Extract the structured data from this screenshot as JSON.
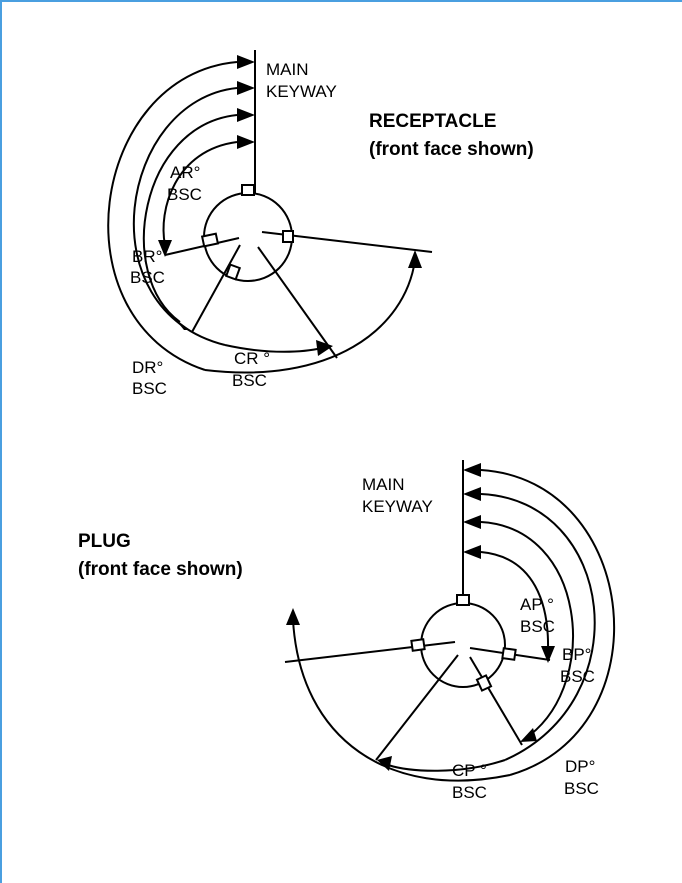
{
  "colors": {
    "frame": "#4a9fe0",
    "ink": "#000000",
    "background": "#ffffff"
  },
  "receptacle": {
    "title": "RECEPTACLE",
    "subtitle": "(front face shown)",
    "keyway_line1": "MAIN",
    "keyway_line2": "KEYWAY",
    "labels": {
      "ar": "AR°",
      "ar_bsc": "BSC",
      "br": "BR°",
      "br_bsc": "BSC",
      "cr": "CR °",
      "cr_bsc": "BSC",
      "dr": "DR°",
      "dr_bsc": "BSC"
    }
  },
  "plug": {
    "title": "PLUG",
    "subtitle": "(front face shown)",
    "keyway_line1": "MAIN",
    "keyway_line2": "KEYWAY",
    "labels": {
      "ap": "AP °",
      "ap_bsc": "BSC",
      "bp": "BP°",
      "bp_bsc": "BSC",
      "cp": "CP °",
      "cp_bsc": "BSC",
      "dp": "DP°",
      "dp_bsc": "BSC"
    }
  }
}
